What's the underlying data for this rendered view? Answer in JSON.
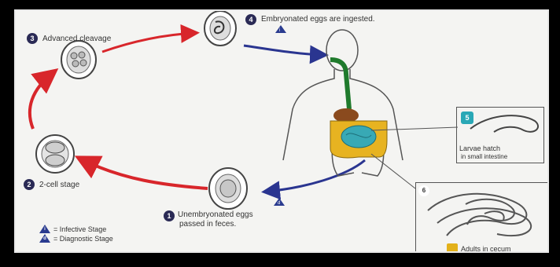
{
  "stages": {
    "s1": {
      "num": "1",
      "label_line1": "Unembryonated eggs",
      "label_line2": "passed in feces."
    },
    "s2": {
      "num": "2",
      "label": "2-cell stage"
    },
    "s3": {
      "num": "3",
      "label": "Advanced cleavage"
    },
    "s4": {
      "num": "4",
      "label": "Embryonated eggs are ingested."
    },
    "s5": {
      "num": "5",
      "label_line1": "Larvae hatch",
      "label_line2": "in small intestine"
    },
    "s6": {
      "num": "6",
      "label": "Adults in cecum"
    }
  },
  "markers": {
    "infective": "i",
    "diagnostic": "d"
  },
  "legend": {
    "infective": "= Infective Stage",
    "diagnostic": "= Diagnostic Stage"
  },
  "colors": {
    "red_arrow": "#d8262b",
    "blue_arrow": "#2a3590",
    "marker_blue": "#2a3b8f",
    "intestine_yellow": "#e7b321",
    "intestine_teal": "#38a9b5",
    "esophagus_green": "#1f7a2c",
    "stomach_brown": "#8a4a1e"
  }
}
